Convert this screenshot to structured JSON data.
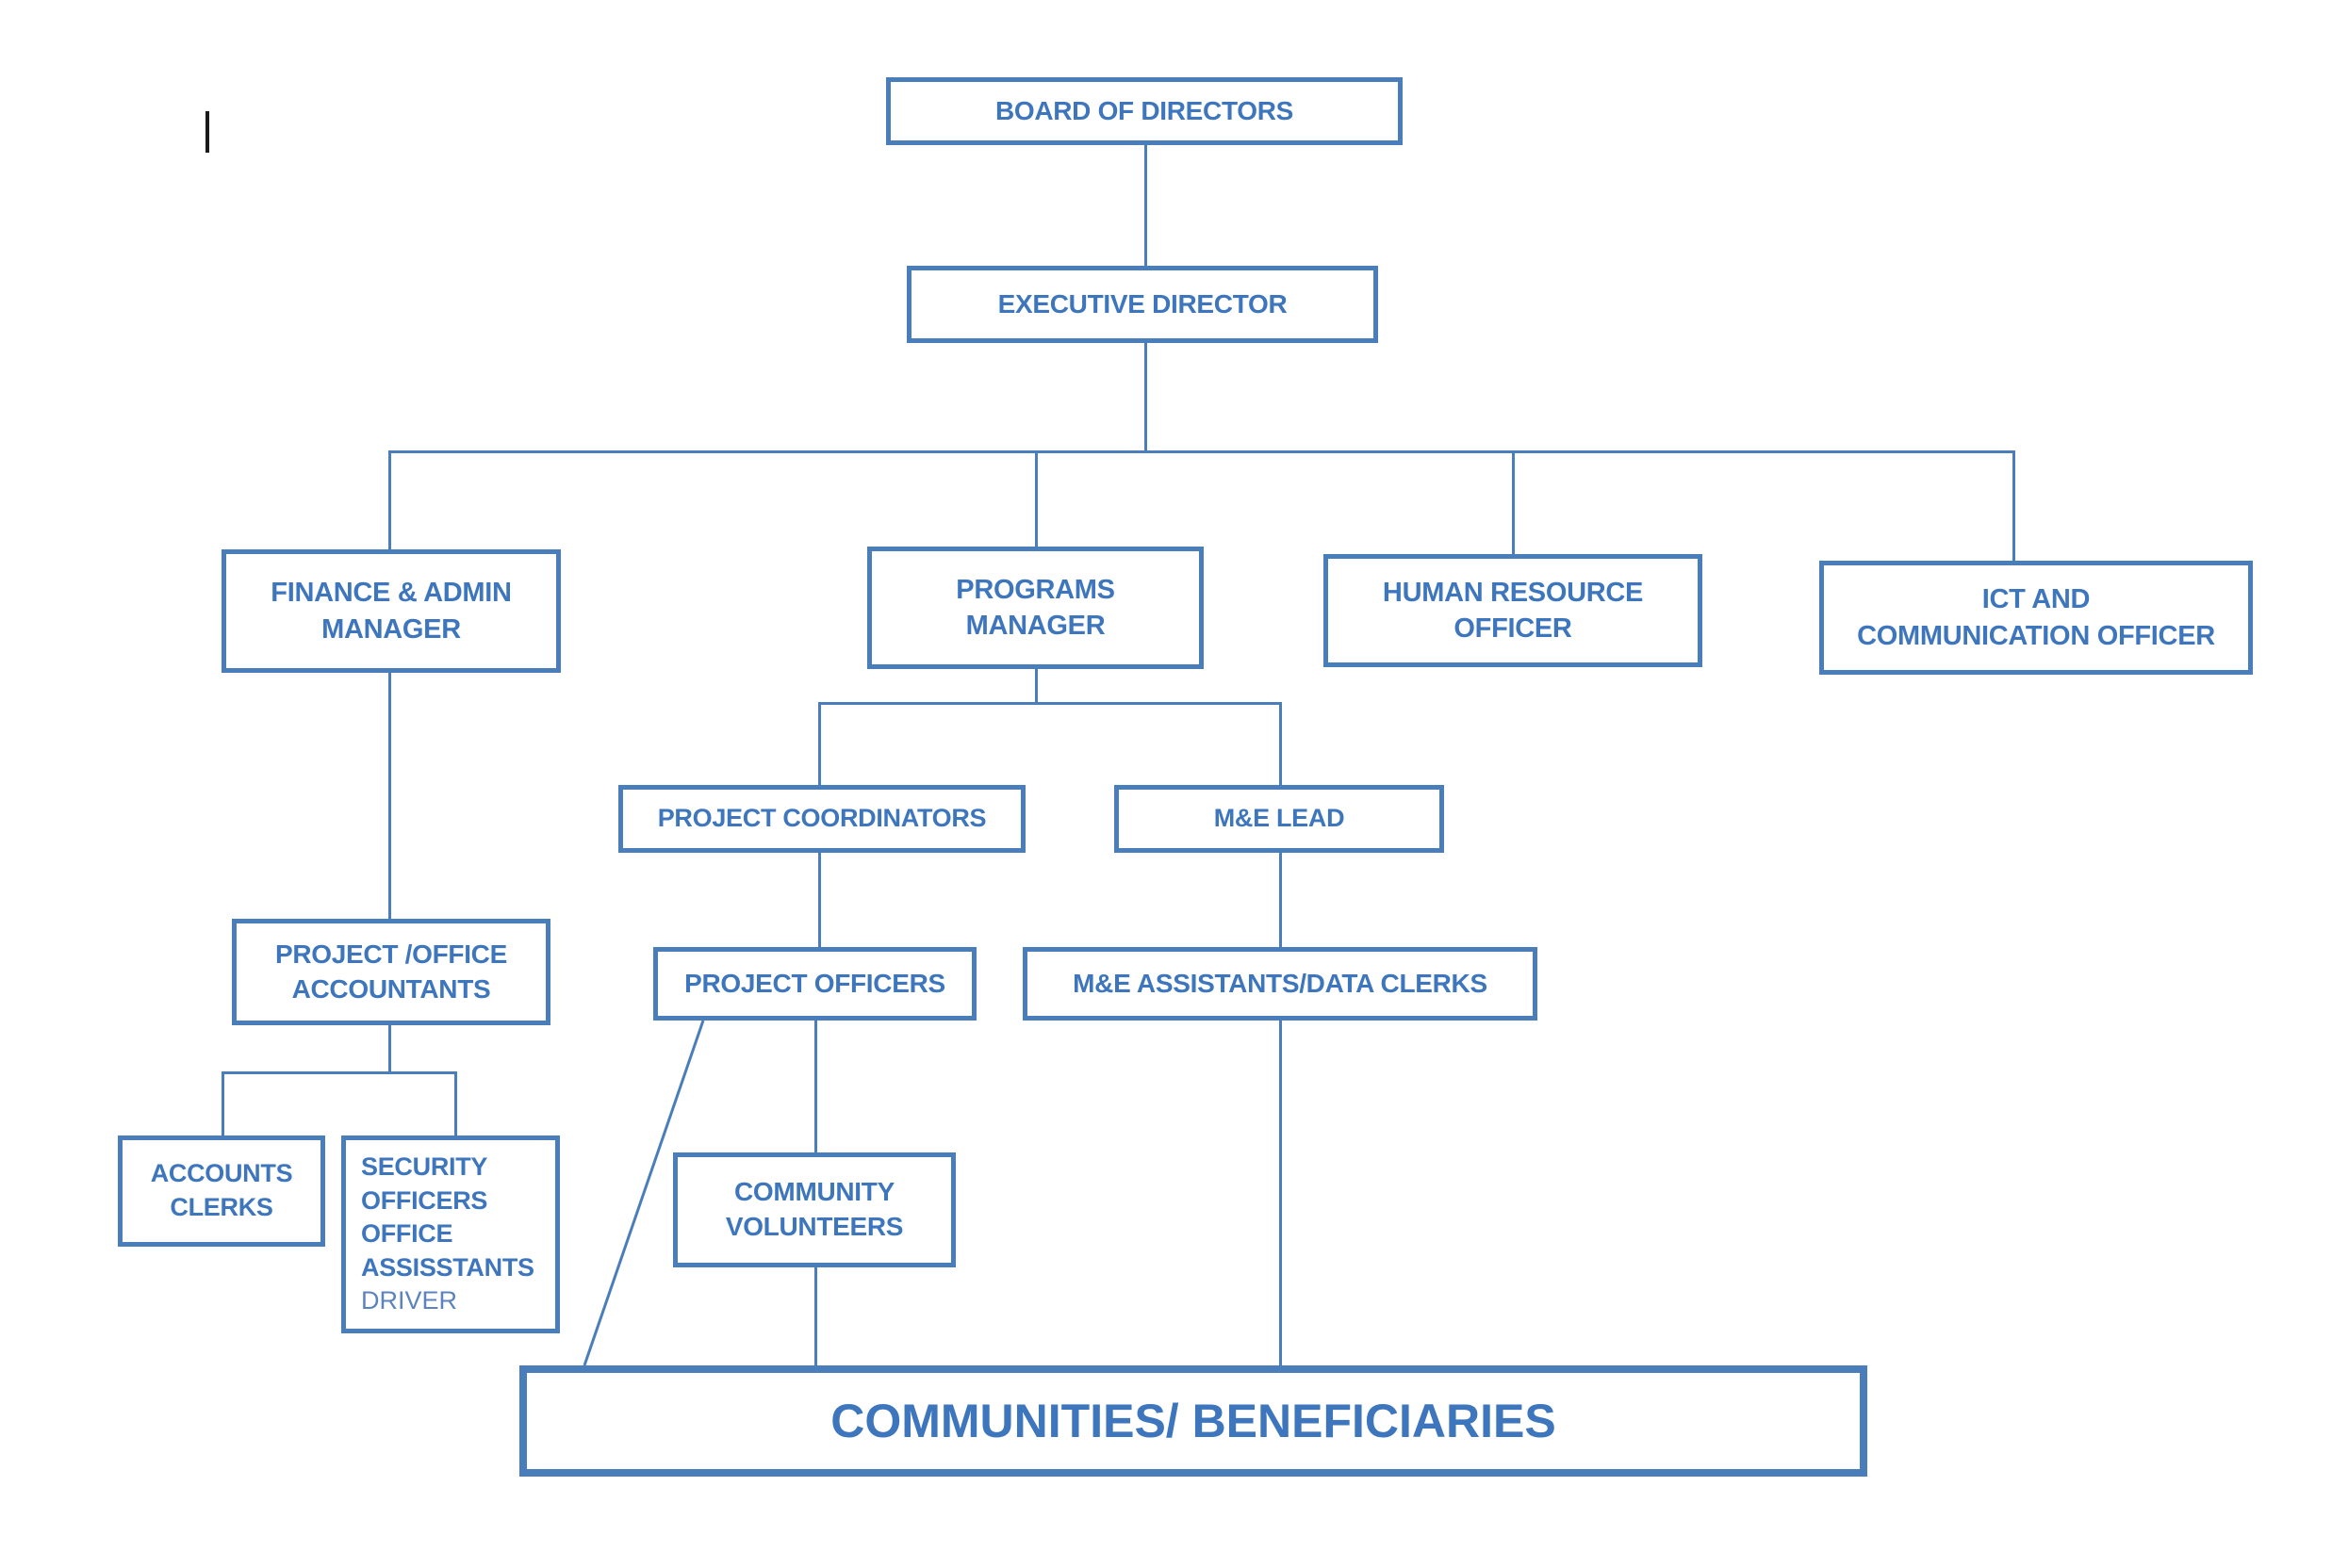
{
  "document": {
    "type": "organizational-chart",
    "title": "Organizational Structure Chart",
    "accent_color": "#4a7ebb",
    "text_color": "#3d76bd",
    "background_color": "#ffffff",
    "caret_color": "#1b1b1b"
  },
  "nodes": {
    "board": {
      "label": "BOARD OF DIRECTORS"
    },
    "executive": {
      "label": "EXECUTIVE DIRECTOR"
    },
    "finance_admin": {
      "label": "FINANCE & ADMIN\nMANAGER"
    },
    "programs": {
      "label": "PROGRAMS\nMANAGER"
    },
    "hr": {
      "label": "HUMAN RESOURCE\nOFFICER"
    },
    "ict": {
      "label": "ICT AND\nCOMMUNICATION OFFICER"
    },
    "project_coordinators": {
      "label": "PROJECT COORDINATORS"
    },
    "me_lead": {
      "label": "M&E LEAD"
    },
    "accountants": {
      "label": "PROJECT /OFFICE\nACCOUNTANTS"
    },
    "project_officers": {
      "label": "PROJECT OFFICERS"
    },
    "me_assistants": {
      "label": "M&E ASSISTANTS/DATA CLERKS"
    },
    "accounts_clerks": {
      "label": "ACCOUNTS\nCLERKS"
    },
    "security": {
      "label": "SECURITY\nOFFICERS\nOFFICE\nASSISSTANTS",
      "sub_label": "DRIVER"
    },
    "community_volunteers": {
      "label": "COMMUNITY\nVOLUNTEERS"
    },
    "communities": {
      "label": "COMMUNITIES/ BENEFICIARIES"
    }
  },
  "hierarchy": [
    {
      "parent": "board",
      "child": "executive"
    },
    {
      "parent": "executive",
      "child": "finance_admin"
    },
    {
      "parent": "executive",
      "child": "programs"
    },
    {
      "parent": "executive",
      "child": "hr"
    },
    {
      "parent": "executive",
      "child": "ict"
    },
    {
      "parent": "finance_admin",
      "child": "accountants"
    },
    {
      "parent": "programs",
      "child": "project_coordinators"
    },
    {
      "parent": "programs",
      "child": "me_lead"
    },
    {
      "parent": "project_coordinators",
      "child": "project_officers"
    },
    {
      "parent": "me_lead",
      "child": "me_assistants"
    },
    {
      "parent": "accountants",
      "child": "accounts_clerks"
    },
    {
      "parent": "accountants",
      "child": "security"
    },
    {
      "parent": "project_officers",
      "child": "community_volunteers"
    },
    {
      "parent": "project_officers",
      "child": "communities"
    },
    {
      "parent": "community_volunteers",
      "child": "communities"
    },
    {
      "parent": "me_assistants",
      "child": "communities"
    }
  ]
}
